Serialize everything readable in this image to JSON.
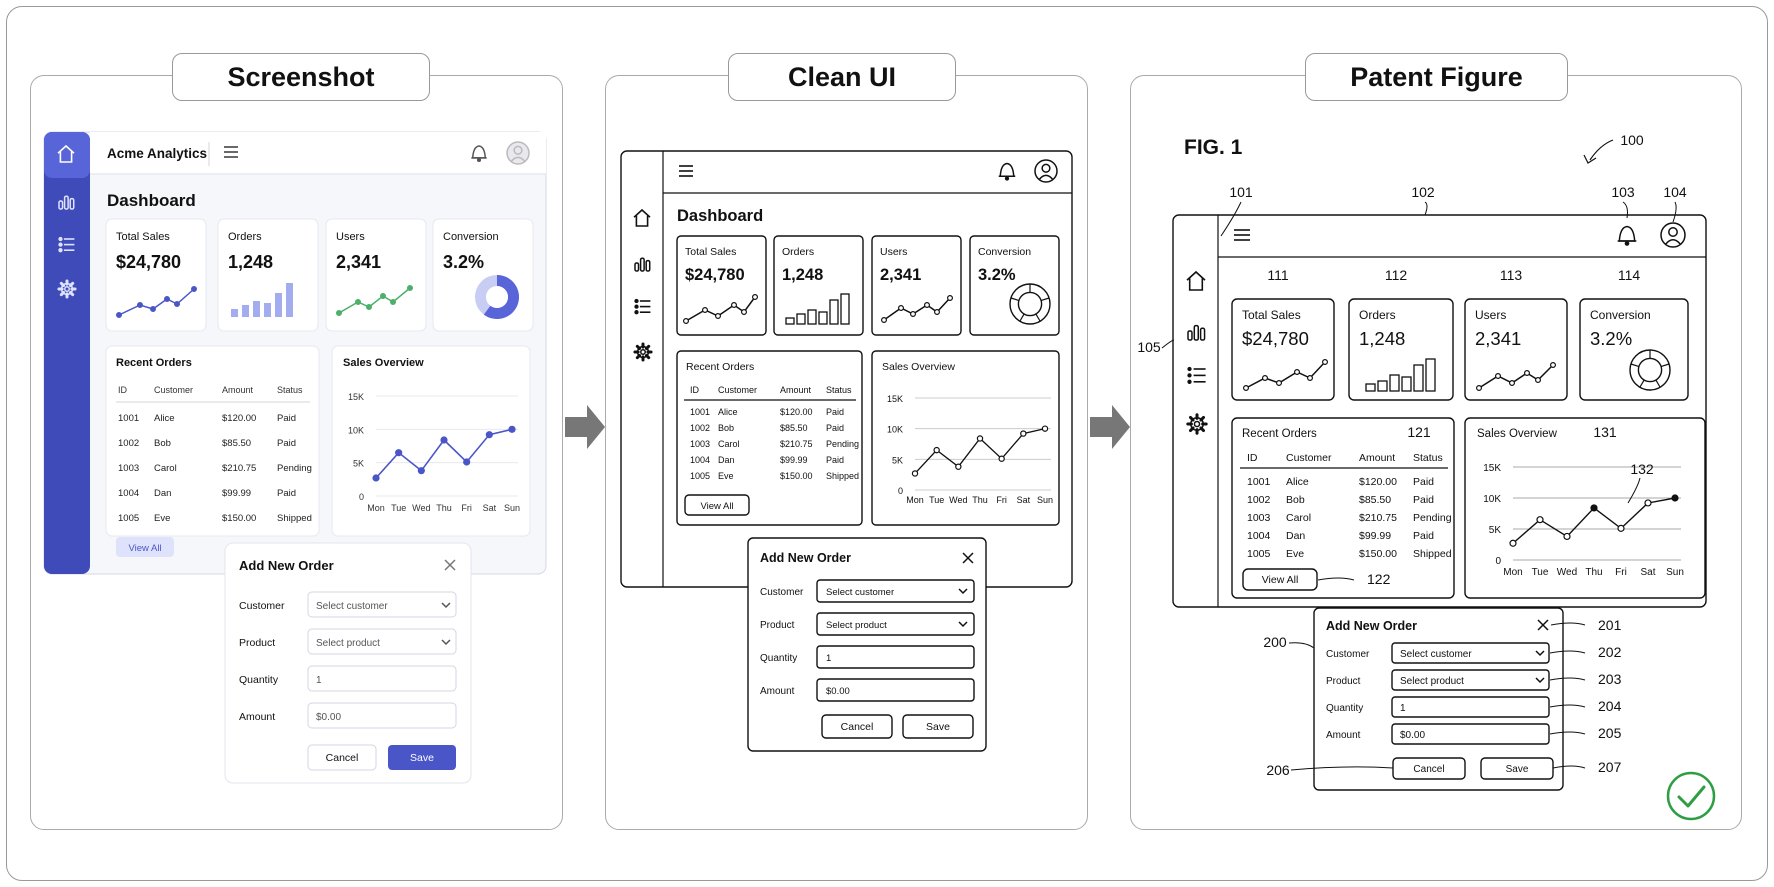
{
  "panel_titles": [
    "Screenshot",
    "Clean UI",
    "Patent Figure"
  ],
  "app": {
    "brand": "Acme Analytics",
    "page_title": "Dashboard",
    "cards": [
      {
        "label": "Total Sales",
        "value": "$24,780"
      },
      {
        "label": "Orders",
        "value": "1,248"
      },
      {
        "label": "Users",
        "value": "2,341"
      },
      {
        "label": "Conversion",
        "value": "3.2%"
      }
    ],
    "orders": {
      "title": "Recent Orders",
      "columns": [
        "ID",
        "Customer",
        "Amount",
        "Status"
      ],
      "rows": [
        [
          "1001",
          "Alice",
          "$120.00",
          "Paid"
        ],
        [
          "1002",
          "Bob",
          "$85.50",
          "Paid"
        ],
        [
          "1003",
          "Carol",
          "$210.75",
          "Pending"
        ],
        [
          "1004",
          "Dan",
          "$99.99",
          "Paid"
        ],
        [
          "1005",
          "Eve",
          "$150.00",
          "Shipped"
        ]
      ],
      "view_all": "View All"
    },
    "sales": {
      "title": "Sales Overview",
      "y_ticks": [
        "15K",
        "10K",
        "5K",
        "0"
      ],
      "days": [
        "Mon",
        "Tue",
        "Wed",
        "Thu",
        "Fri",
        "Sat",
        "Sun"
      ]
    },
    "modal": {
      "title": "Add New Order",
      "fields": [
        {
          "label": "Customer",
          "value": "Select customer",
          "type": "select"
        },
        {
          "label": "Product",
          "value": "Select product",
          "type": "select"
        },
        {
          "label": "Quantity",
          "value": "1",
          "type": "input"
        },
        {
          "label": "Amount",
          "value": "$0.00",
          "type": "input"
        }
      ],
      "cancel": "Cancel",
      "save": "Save"
    }
  },
  "chart_data": {
    "type": "line",
    "title": "Sales Overview",
    "categories": [
      "Mon",
      "Tue",
      "Wed",
      "Thu",
      "Fri",
      "Sat",
      "Sun"
    ],
    "values": [
      2700,
      6500,
      3800,
      8400,
      5100,
      9200,
      10000
    ],
    "ylim": [
      0,
      15000
    ],
    "y_ticks": [
      "15K",
      "10K",
      "5K",
      "0"
    ]
  },
  "patent": {
    "fig_label": "FIG. 1",
    "refs": {
      "figure": "100",
      "sidebar": "101",
      "header": "102",
      "bell": "103",
      "avatar": "104",
      "frame": "105",
      "card1": "111",
      "card2": "112",
      "card3": "113",
      "card4": "114",
      "orders": "121",
      "view_all": "122",
      "sales": "131",
      "line": "132",
      "modal": "200",
      "close": "201",
      "customer": "202",
      "product": "203",
      "quantity": "204",
      "amount": "205",
      "cancel": "206",
      "save": "207"
    }
  },
  "colors": {
    "accent": "#4a56c8",
    "sidebar": "#3e4bb8",
    "green": "#4caf6a",
    "check": "#2e9e44",
    "arrow": "#777777"
  }
}
